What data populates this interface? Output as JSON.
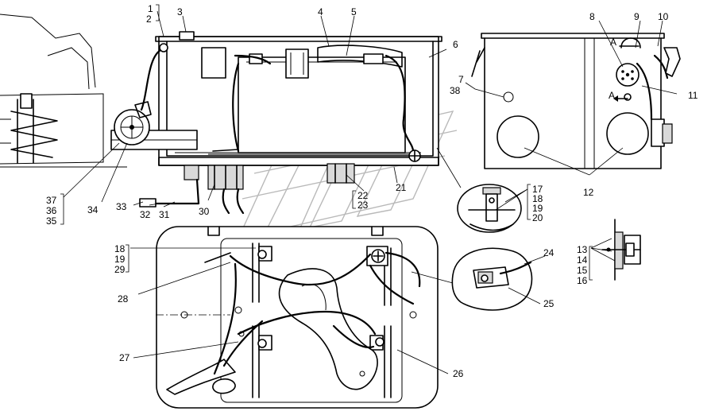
{
  "diagram": {
    "callouts": [
      {
        "id": "c1",
        "text": "1"
      },
      {
        "id": "c2",
        "text": "2"
      },
      {
        "id": "c3",
        "text": "3"
      },
      {
        "id": "c4",
        "text": "4"
      },
      {
        "id": "c5",
        "text": "5"
      },
      {
        "id": "c6",
        "text": "6"
      },
      {
        "id": "c7",
        "text": "7"
      },
      {
        "id": "c38",
        "text": "38"
      },
      {
        "id": "c8",
        "text": "8"
      },
      {
        "id": "c9",
        "text": "9"
      },
      {
        "id": "c10",
        "text": "10"
      },
      {
        "id": "cA1",
        "text": "A"
      },
      {
        "id": "cA2",
        "text": "A"
      },
      {
        "id": "c11",
        "text": "11"
      },
      {
        "id": "c12",
        "text": "12"
      },
      {
        "id": "c17",
        "text": "17"
      },
      {
        "id": "c18a",
        "text": "18"
      },
      {
        "id": "c19a",
        "text": "19"
      },
      {
        "id": "c20",
        "text": "20"
      },
      {
        "id": "c21",
        "text": "21"
      },
      {
        "id": "c22",
        "text": "22"
      },
      {
        "id": "c23",
        "text": "23"
      },
      {
        "id": "c30",
        "text": "30"
      },
      {
        "id": "c31",
        "text": "31"
      },
      {
        "id": "c32",
        "text": "32"
      },
      {
        "id": "c33",
        "text": "33"
      },
      {
        "id": "c34",
        "text": "34"
      },
      {
        "id": "c37",
        "text": "37"
      },
      {
        "id": "c36",
        "text": "36"
      },
      {
        "id": "c35",
        "text": "35"
      },
      {
        "id": "c18b",
        "text": "18"
      },
      {
        "id": "c19b",
        "text": "19"
      },
      {
        "id": "c29",
        "text": "29"
      },
      {
        "id": "c28",
        "text": "28"
      },
      {
        "id": "c27",
        "text": "27"
      },
      {
        "id": "c26",
        "text": "26"
      },
      {
        "id": "c24",
        "text": "24"
      },
      {
        "id": "c25",
        "text": "25"
      },
      {
        "id": "c13",
        "text": "13"
      },
      {
        "id": "c14",
        "text": "14"
      },
      {
        "id": "c15",
        "text": "15"
      },
      {
        "id": "c16",
        "text": "16"
      }
    ]
  }
}
